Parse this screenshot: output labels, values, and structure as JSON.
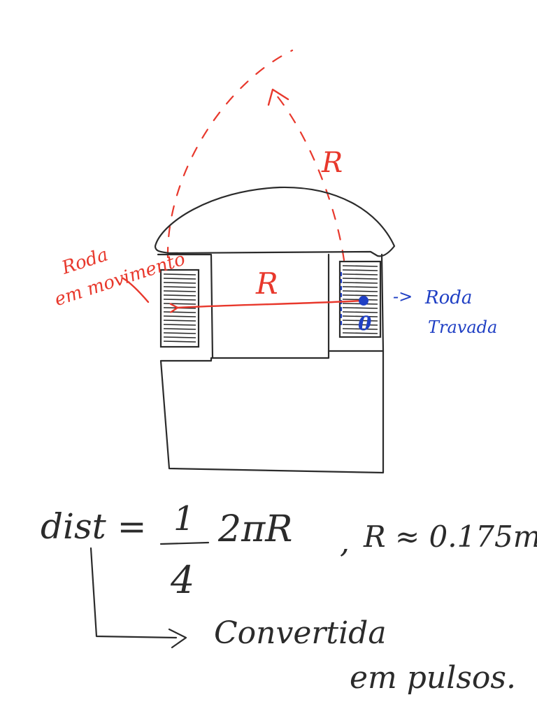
{
  "labels": {
    "moving_wheel": [
      "Roda",
      "em movimento"
    ],
    "locked_wheel": [
      "Roda",
      "Travada"
    ],
    "radius_arc": "R",
    "radius_line": "R",
    "pivot": "0",
    "arrow_glyph": "->"
  },
  "formula": {
    "lhs": "dist =",
    "numerator": "1",
    "denominator": "4",
    "term": "2πR",
    "separator": ",",
    "approx": "R ≈ 0.175m"
  },
  "note": {
    "line1": "Convertida",
    "line2": "em pulsos."
  },
  "colors": {
    "black_ink": "#2b2b2b",
    "red_ink": "#e8382c",
    "blue_ink": "#1f3fc4"
  }
}
